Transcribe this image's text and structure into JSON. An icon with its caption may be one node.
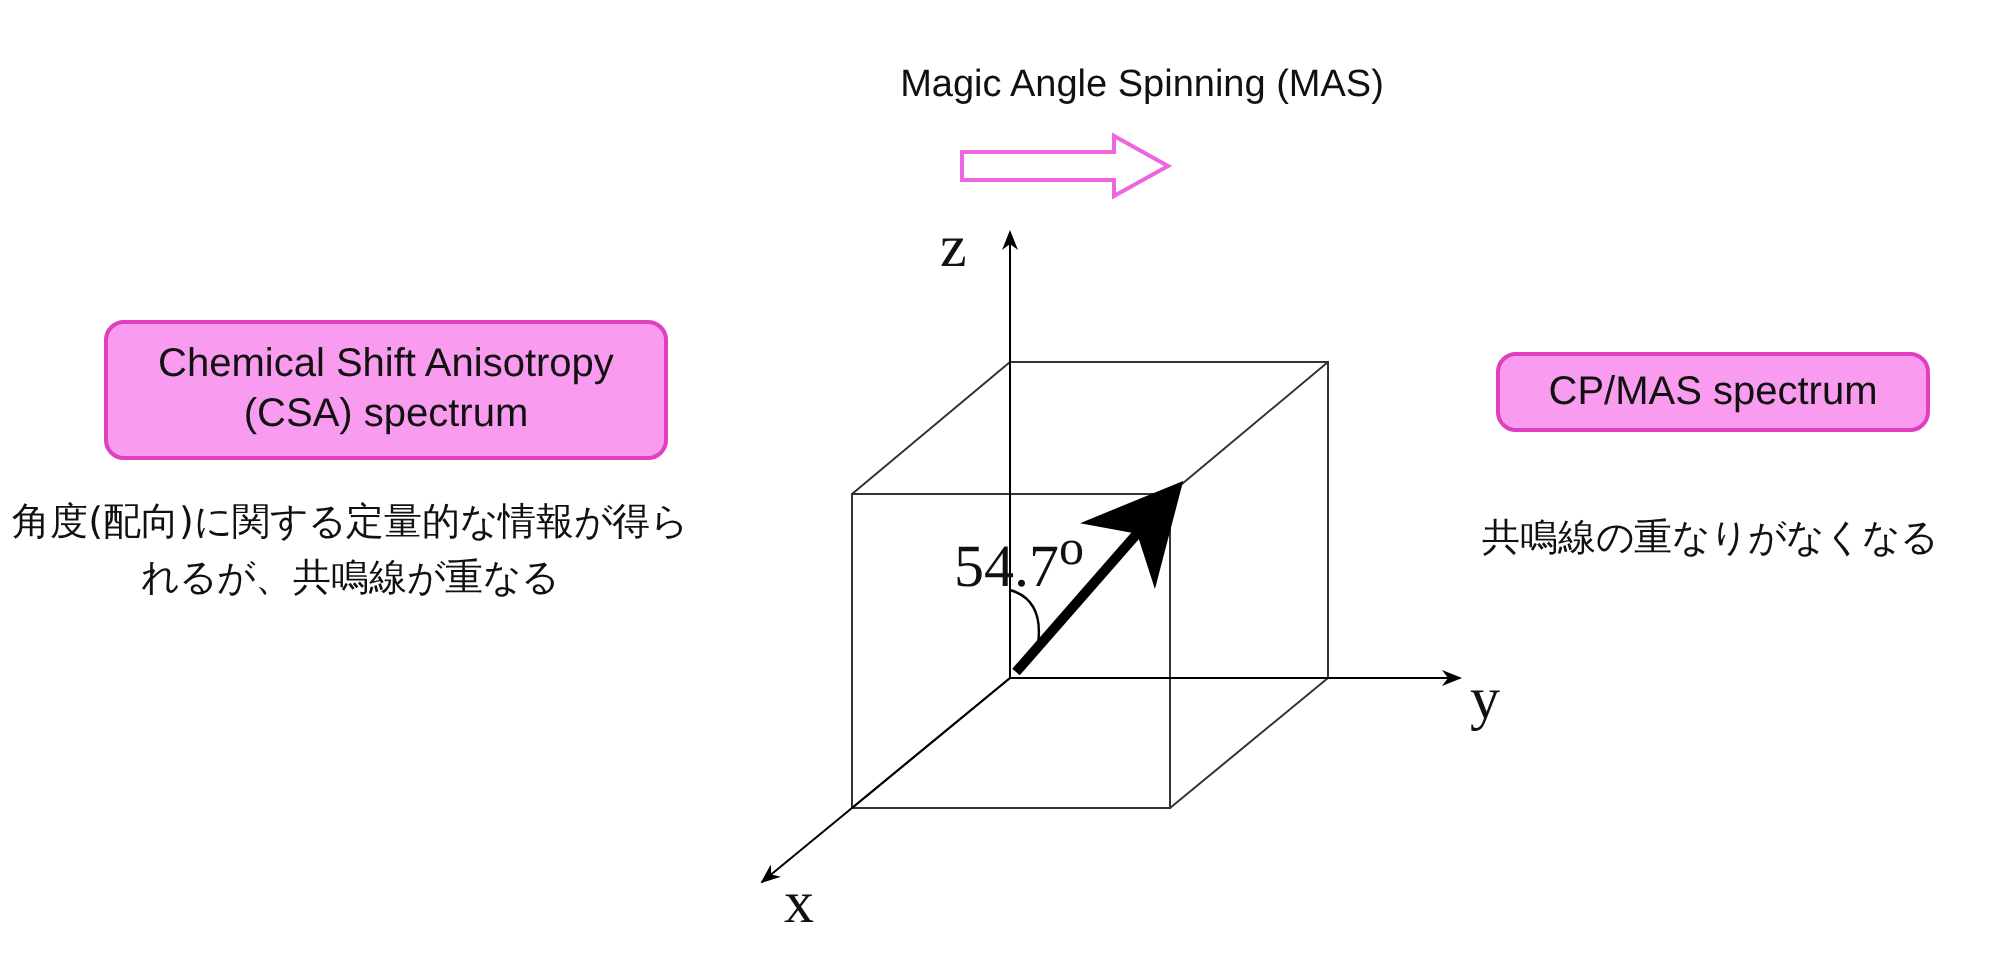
{
  "diagram": {
    "nodes": [
      {
        "text": [
          "Chemical Shift Anisotropy (CSA) spectrum"
        ],
        "beside": [
          "角度(配向)に関する定量的な情報が得られるが、共鳴線が重なる"
        ]
      },
      {
        "text": [
          "CP/MAS spectrum"
        ],
        "beside": [
          "共鳴線の重なりがなくなる"
        ]
      }
    ],
    "edges": [],
    "labels": [
      "Magic Angle Spinning (MAS)",
      "z",
      "54.7$^{o}$",
      "y",
      "x"
    ]
  }
}
